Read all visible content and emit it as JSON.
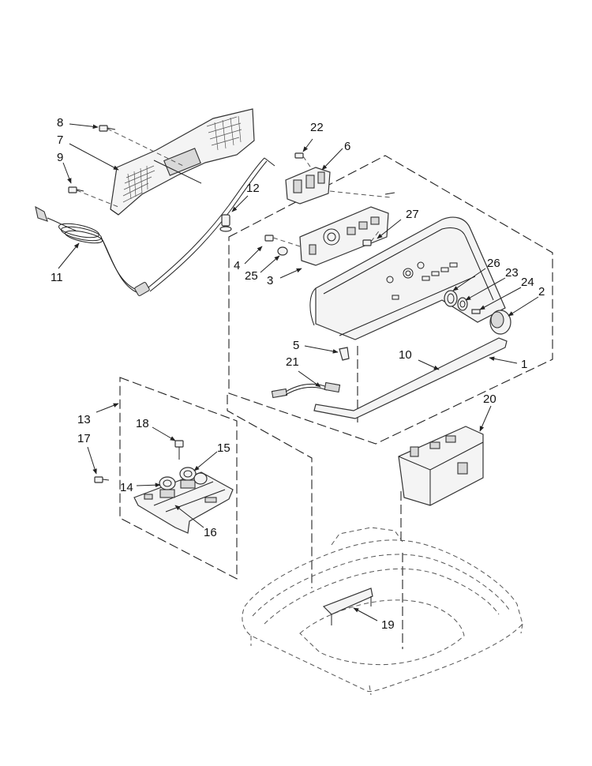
{
  "callouts": [
    "1",
    "2",
    "3",
    "4",
    "5",
    "6",
    "7",
    "8",
    "9",
    "10",
    "11",
    "12",
    "13",
    "14",
    "15",
    "16",
    "17",
    "18",
    "19",
    "20",
    "21",
    "22",
    "23",
    "24",
    "25",
    "26",
    "27"
  ],
  "colors": {
    "line": "#222222",
    "part_fill": "#f4f4f4",
    "background": "#ffffff"
  }
}
